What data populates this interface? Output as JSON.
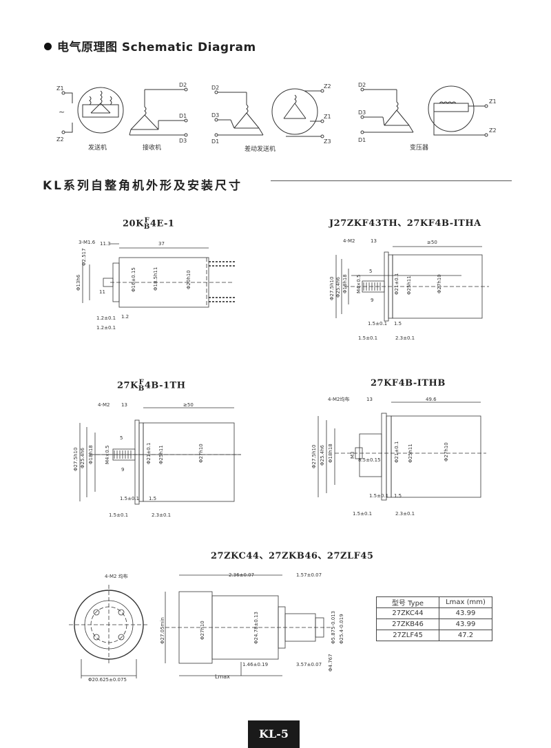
{
  "sections": {
    "schematic_title": "电气原理图 Schematic Diagram",
    "dimensions_title": "KL系列自整角机外形及安装尺寸"
  },
  "schematic": {
    "captions": [
      "发送机",
      "接收机",
      "差动发送机",
      "变压器"
    ],
    "terminals": {
      "transmitter": [
        "Z1",
        "Z2"
      ],
      "receiver": [
        "D2",
        "D1",
        "D3"
      ],
      "differential_left": [
        "D2",
        "D3",
        "D1"
      ],
      "differential_right": [
        "Z2",
        "Z1",
        "Z3"
      ],
      "transformer_left": [
        "D2",
        "D3",
        "D1"
      ],
      "transformer_right": [
        "Z1",
        "Z2"
      ],
      "ac_symbol": "~"
    }
  },
  "drawings": {
    "d1": {
      "title_pre": "20K",
      "title_sup": "F",
      "title_sub": "B",
      "title_post": "4E-1",
      "dims": [
        "3-M1.6",
        "11.3",
        "37",
        "Φ2.517",
        "Φ13h6",
        "Φ16±0.15",
        "Φ18.5h11",
        "Φ20h10",
        "11",
        "1.2±0.1",
        "1.2±0.1",
        "1.2"
      ]
    },
    "d2": {
      "title": "J27ZKF43TH、27KF4B-ITHA",
      "dims": [
        "4-M2",
        "13",
        "≥50",
        "5",
        "9",
        "Φ27.5h10",
        "Φ25.4h6",
        "Φ18h18",
        "M4×0.5",
        "Φ21±0.1",
        "Φ25h11",
        "Φ27h10",
        "1.5±0.1",
        "1.5",
        "1.5±0.1",
        "2.3±0.1"
      ]
    },
    "d3": {
      "title_pre": "27K",
      "title_sup": "F",
      "title_sub": "B",
      "title_post": "4B-1TH",
      "dims": [
        "4-M2",
        "13",
        "≥50",
        "5",
        "9",
        "Φ27.5h10",
        "Φ25.4h6",
        "Φ18h18",
        "M4×0.5",
        "Φ21±0.1",
        "Φ25h11",
        "Φ27h10",
        "1.5±0.1",
        "1.5",
        "1.5±0.1",
        "2.3±0.1"
      ]
    },
    "d4": {
      "title": "27KF4B-ITHB",
      "dims": [
        "4-M2均布",
        "13",
        "49.6",
        "Φ27.5h10",
        "Φ25.4h6",
        "Φ18h18",
        "M3",
        "8.5±0.15",
        "Φ21±0.1",
        "Φ25h11",
        "Φ27h10",
        "1.5±0.1",
        "1.5",
        "1.5±0.1",
        "2.3±0.1"
      ]
    },
    "d5": {
      "title": "27ZKC44、27ZKB46、27ZLF45",
      "dims": [
        "4-M2 均布",
        "2.36±0.07",
        "1.57±0.07",
        "Φ27.05min",
        "Φ27h10",
        "Φ24.78±0.13",
        "Φ5.875-0.013",
        "Φ25.4-0.019",
        "1.46±0.19",
        "3.57±0.07",
        "Φ4.767",
        "Lmax",
        "Φ20.625±0.075"
      ],
      "table": {
        "headers": [
          "型号 Type",
          "Lmax (mm)"
        ],
        "rows": [
          [
            "27ZKC44",
            "43.99"
          ],
          [
            "27ZKB46",
            "43.99"
          ],
          [
            "27ZLF45",
            "47.2"
          ]
        ]
      }
    }
  },
  "footer": {
    "page_label": "KL-5"
  }
}
